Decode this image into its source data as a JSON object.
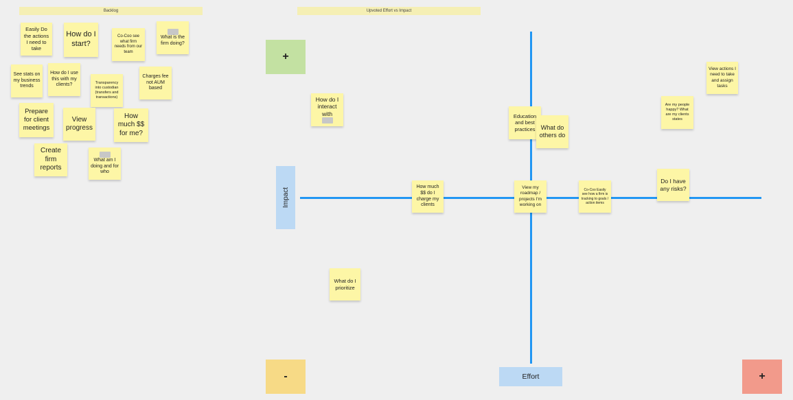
{
  "frames": {
    "backlog_label": "Backlog",
    "matrix_label": "Upvoted Effort vs Impact"
  },
  "matrix": {
    "plus_top": "+",
    "minus_bottom": "-",
    "plus_right": "+",
    "impact_label": "Impact",
    "effort_label": "Effort",
    "colors": {
      "axis": "#2196f3",
      "plus_top": "#c3e1a2",
      "minus_bottom": "#f7da86",
      "plus_right": "#f29a8b",
      "label_box": "#bcd9f4",
      "sticky": "#fdf6a6"
    }
  },
  "backlog": [
    {
      "text": "Easily Do the actions I need to take"
    },
    {
      "text": "How do I start?"
    },
    {
      "text": "Co-Coo see what firm needs from our team"
    },
    {
      "text": "What is the firm doing?",
      "blurred_prefix": true
    },
    {
      "text": "See stats on my business trends"
    },
    {
      "text": "How do I use this with my clients?"
    },
    {
      "text": "Transparency into custodian (transfers and transactions)"
    },
    {
      "text": "Charges fee not AUM based"
    },
    {
      "text": "Prepare for client meetings"
    },
    {
      "text": "View progress"
    },
    {
      "text": "How much $$ for me?"
    },
    {
      "text": "Create firm reports"
    },
    {
      "text": "What am I doing and for who",
      "blurred_prefix": true
    }
  ],
  "matrix_notes": [
    {
      "text": "How do I interact with",
      "blurred_suffix": true
    },
    {
      "text": "Education and best practices"
    },
    {
      "text": "What do others do"
    },
    {
      "text": "Are my people happy? What are my clients states"
    },
    {
      "text": "View actions I need to take and assign tasks"
    },
    {
      "text": "How much $$ do I charge my clients"
    },
    {
      "text": "View my roadmap / projects I'm working on"
    },
    {
      "text": "Co-Coo Easily see how a firm is tracking to goals / action items"
    },
    {
      "text": "Do I have any risks?"
    },
    {
      "text": "What do I prioritize"
    }
  ]
}
